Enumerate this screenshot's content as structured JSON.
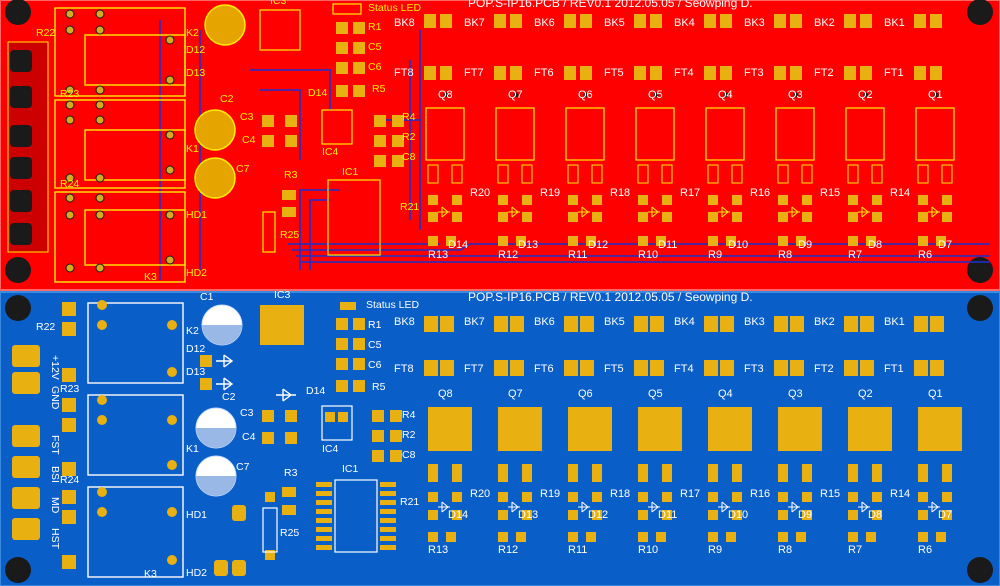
{
  "top_board": {
    "title": "POP.S-IP16.PCB / REV0.1 2012.05.05 / Seowping D.",
    "status_led": "Status LED",
    "bk_labels": [
      "BK8",
      "BK7",
      "BK6",
      "BK5",
      "BK4",
      "BK3",
      "BK2",
      "BK1"
    ],
    "ft_labels": [
      "FT8",
      "FT7",
      "FT6",
      "FT5",
      "FT4",
      "FT3",
      "FT2",
      "FT1"
    ],
    "q_labels": [
      "Q8",
      "Q7",
      "Q6",
      "Q5",
      "Q4",
      "Q3",
      "Q2",
      "Q1"
    ],
    "r_upper": [
      "R20",
      "R19",
      "R18",
      "R17",
      "R16",
      "R15",
      "R14"
    ],
    "d_labels": [
      "D14",
      "D13",
      "D12",
      "D11",
      "D10",
      "D9",
      "D8",
      "D7"
    ],
    "r_lower": [
      "R13",
      "R12",
      "R11",
      "R10",
      "R9",
      "R8",
      "R7",
      "R6"
    ],
    "left_parts": [
      "R22",
      "R23",
      "R24",
      "K3",
      "K2",
      "D12",
      "D13",
      "C2",
      "K1",
      "C7",
      "HD1",
      "HD2",
      "IC3",
      "R1",
      "C5",
      "C6",
      "R5",
      "D14",
      "C3",
      "C4",
      "IC4",
      "R4",
      "R2",
      "C8",
      "R3",
      "IC1",
      "R25",
      "R21"
    ]
  },
  "bottom_board": {
    "title": "POP.S-IP16.PCB / REV0.1 2012.05.05 / Seowping D.",
    "status_led": "Status LED",
    "bk_labels": [
      "BK8",
      "BK7",
      "BK6",
      "BK5",
      "BK4",
      "BK3",
      "BK2",
      "BK1"
    ],
    "ft_labels": [
      "FT8",
      "FT7",
      "FT6",
      "FT5",
      "FT4",
      "FT3",
      "FT2",
      "FT1"
    ],
    "q_labels": [
      "Q8",
      "Q7",
      "Q6",
      "Q5",
      "Q4",
      "Q3",
      "Q2",
      "Q1"
    ],
    "r_upper": [
      "R20",
      "R19",
      "R18",
      "R17",
      "R16",
      "R15",
      "R14"
    ],
    "d_labels": [
      "D14",
      "D13",
      "D12",
      "D11",
      "D10",
      "D9",
      "D8",
      "D7"
    ],
    "r_lower": [
      "R13",
      "R12",
      "R11",
      "R10",
      "R9",
      "R8",
      "R7",
      "R6"
    ],
    "connector_labels": [
      "+12V",
      "GND",
      "FST",
      "BSI",
      "MD",
      "HST"
    ],
    "left_parts": [
      "R22",
      "R23",
      "R24",
      "K3",
      "K2",
      "D12",
      "D13",
      "C2",
      "K1",
      "C7",
      "HD1",
      "HD2",
      "C1",
      "IC3",
      "R1",
      "C5",
      "C6",
      "R5",
      "D14",
      "C3",
      "C4",
      "IC4",
      "R4",
      "R2",
      "C8",
      "R3",
      "IC1",
      "R25",
      "R21"
    ]
  },
  "colors": {
    "top_copper": "#ff0000",
    "bottom_copper": "#0a5ec8",
    "pad": "#e8b010",
    "silk": "#ffffff",
    "top_silk": "#ffee00",
    "trace_blue": "#1a2fd0"
  }
}
